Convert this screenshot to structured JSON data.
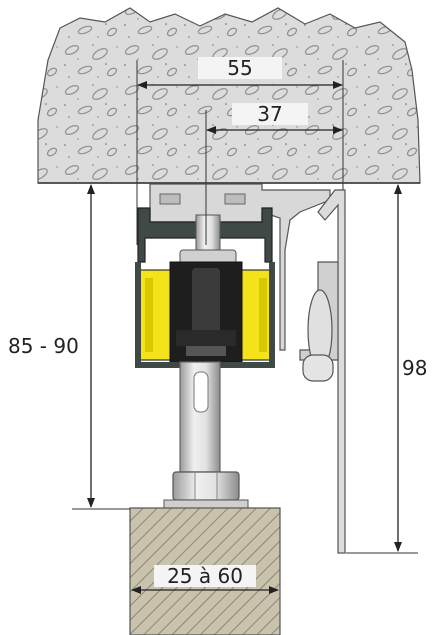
{
  "dimensions": {
    "top_outer_width": "55",
    "top_inner_width": "37",
    "left_height": "85 - 90",
    "right_height": "98",
    "bottom_width": "25 à 60"
  }
}
